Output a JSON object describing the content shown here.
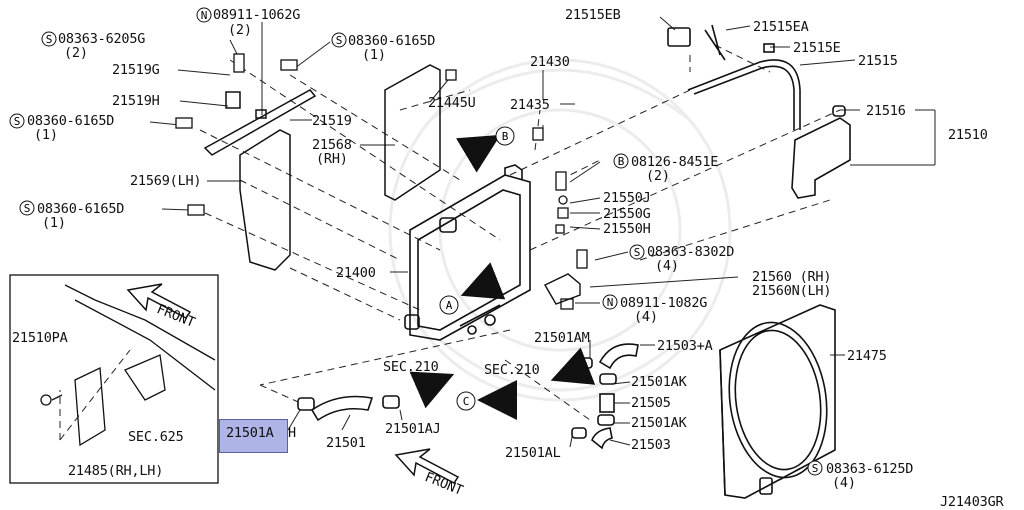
{
  "diagram_code": "J21403GR",
  "highlight_part": "21501A",
  "labels": {
    "p21515EB": "21515EB",
    "p21515EA": "21515EA",
    "p21515E": "21515E",
    "p21515": "21515",
    "p21516": "21516",
    "p21510": "21510",
    "p21430": "21430",
    "p21435": "21435",
    "p21445U": "21445U",
    "n08911_1062G": "08911-1062G",
    "n08911_1062G_qty": "(2)",
    "s08363_6205G": "08363-6205G",
    "s08363_6205G_qty": "(2)",
    "s08360_6165D_a": "08360-6165D",
    "s08360_6165D_a_qty": "(1)",
    "p21519G": "21519G",
    "p21519H": "21519H",
    "s08360_6165D_b": "08360-6165D",
    "s08360_6165D_b_qty": "(1)",
    "p21519": "21519",
    "p21568": "21568",
    "p21568_side": "(RH)",
    "p21569": "21569(LH)",
    "s08360_6165D_c": "08360-6165D",
    "s08360_6165D_c_qty": "(1)",
    "b08126_8451E": "08126-8451E",
    "b08126_8451E_qty": "(2)",
    "p21550J": "21550J",
    "p21550G": "21550G",
    "p21550H": "21550H",
    "s08363_8302D": "08363-8302D",
    "s08363_8302D_qty": "(4)",
    "p21400": "21400",
    "p21560": "21560 (RH)",
    "p21560N": "21560N(LH)",
    "n08911_1082G": "08911-1082G",
    "n08911_1082G_qty": "(4)",
    "p21510PA": "21510PA",
    "front_inset": "FRONT",
    "sec625": "SEC.625",
    "p21485": "21485(RH,LH)",
    "p21501A": "21501A",
    "p21501A_tail": "H",
    "p21501": "21501",
    "p21501AJ": "21501AJ",
    "sec210_a": "SEC.210",
    "sec210_b": "SEC.210",
    "p21501AM": "21501AM",
    "p21503A": "21503+A",
    "p21501AK_a": "21501AK",
    "p21505": "21505",
    "p21501AK_b": "21501AK",
    "p21503": "21503",
    "p21501AL": "21501AL",
    "front_main": "FRONT",
    "p21475": "21475",
    "s08363_6125D": "08363-6125D",
    "s08363_6125D_qty": "(4)"
  },
  "markers": {
    "S": "S",
    "N": "N",
    "B": "B",
    "A": "A",
    "C": "C"
  }
}
